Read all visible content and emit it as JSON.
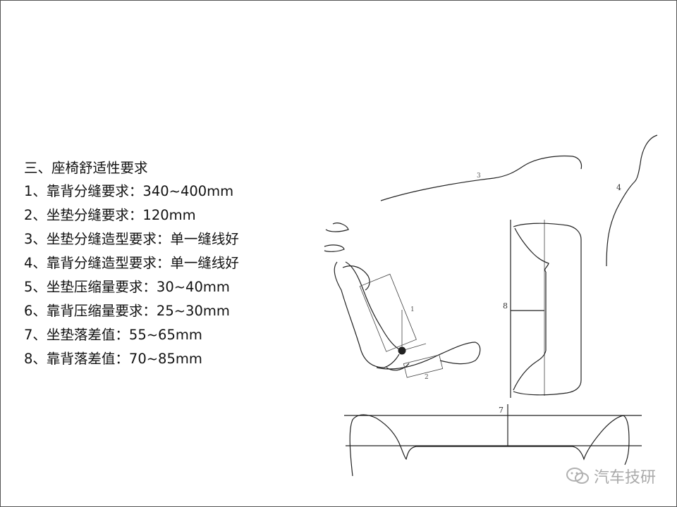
{
  "slide": {
    "title": "三、座椅舒适性要求",
    "requirements": [
      "1、靠背分缝要求：340~400mm",
      "2、坐垫分缝要求：120mm",
      "3、坐垫分缝造型要求：单一缝线好",
      "4、靠背分缝造型要求：单一缝线好",
      "5、坐垫压缩量要求：30~40mm",
      "6、靠背压缩量要求：25~30mm",
      "7、坐垫落差值：55~65mm",
      "8、靠背落差值：70~85mm"
    ]
  },
  "diagram": {
    "labels": {
      "one": "1",
      "two": "2",
      "three": "3",
      "four": "4",
      "seven": "7",
      "eight": "8"
    }
  },
  "watermark": {
    "text": "汽车技研",
    "icon": "wechat-icon"
  },
  "colors": {
    "line": "#222222",
    "watermark": "#aaaaaa"
  }
}
